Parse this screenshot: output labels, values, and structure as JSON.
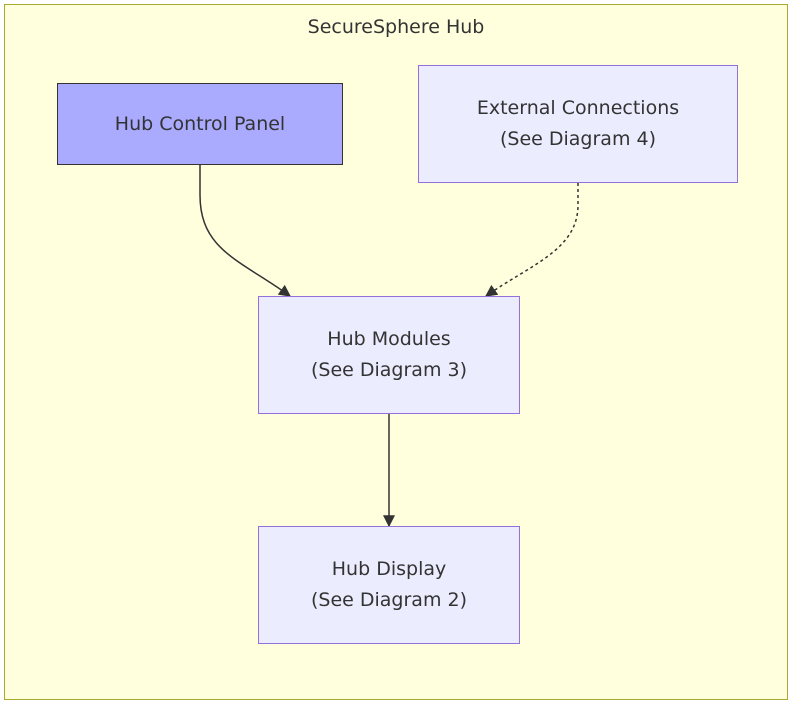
{
  "diagram": {
    "cluster": {
      "title": "SecureSphere Hub",
      "fill": "#ffffde",
      "border": "#aaaa33"
    },
    "nodes": {
      "control": {
        "line1": "Hub Control Panel",
        "fill": "#aaaaff"
      },
      "external": {
        "line1": "External Connections",
        "line2": "(See Diagram 4)",
        "fill": "#ececff"
      },
      "modules": {
        "line1": "Hub Modules",
        "line2": "(See Diagram 3)",
        "fill": "#ececff"
      },
      "display": {
        "line1": "Hub Display",
        "line2": "(See Diagram 2)",
        "fill": "#ececff"
      }
    },
    "edges": [
      {
        "from": "control",
        "to": "modules",
        "style": "solid"
      },
      {
        "from": "external",
        "to": "modules",
        "style": "dotted"
      },
      {
        "from": "modules",
        "to": "display",
        "style": "solid"
      }
    ]
  }
}
